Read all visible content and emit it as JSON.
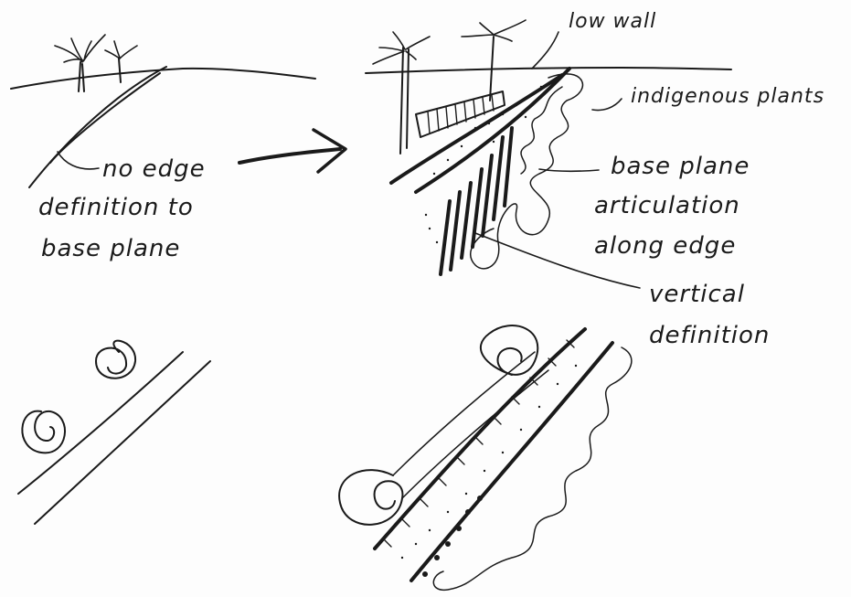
{
  "labels": {
    "no_edge": [
      "no edge",
      "definition to",
      "base plane"
    ],
    "low_wall": "low wall",
    "indigenous_plants": "indigenous plants",
    "base_plane": [
      "base plane",
      "articulation",
      "along edge"
    ],
    "vertical": [
      "vertical",
      "definition"
    ]
  },
  "colors": {
    "ink": "#1a1a1a",
    "paper": "#fdfdfd"
  }
}
